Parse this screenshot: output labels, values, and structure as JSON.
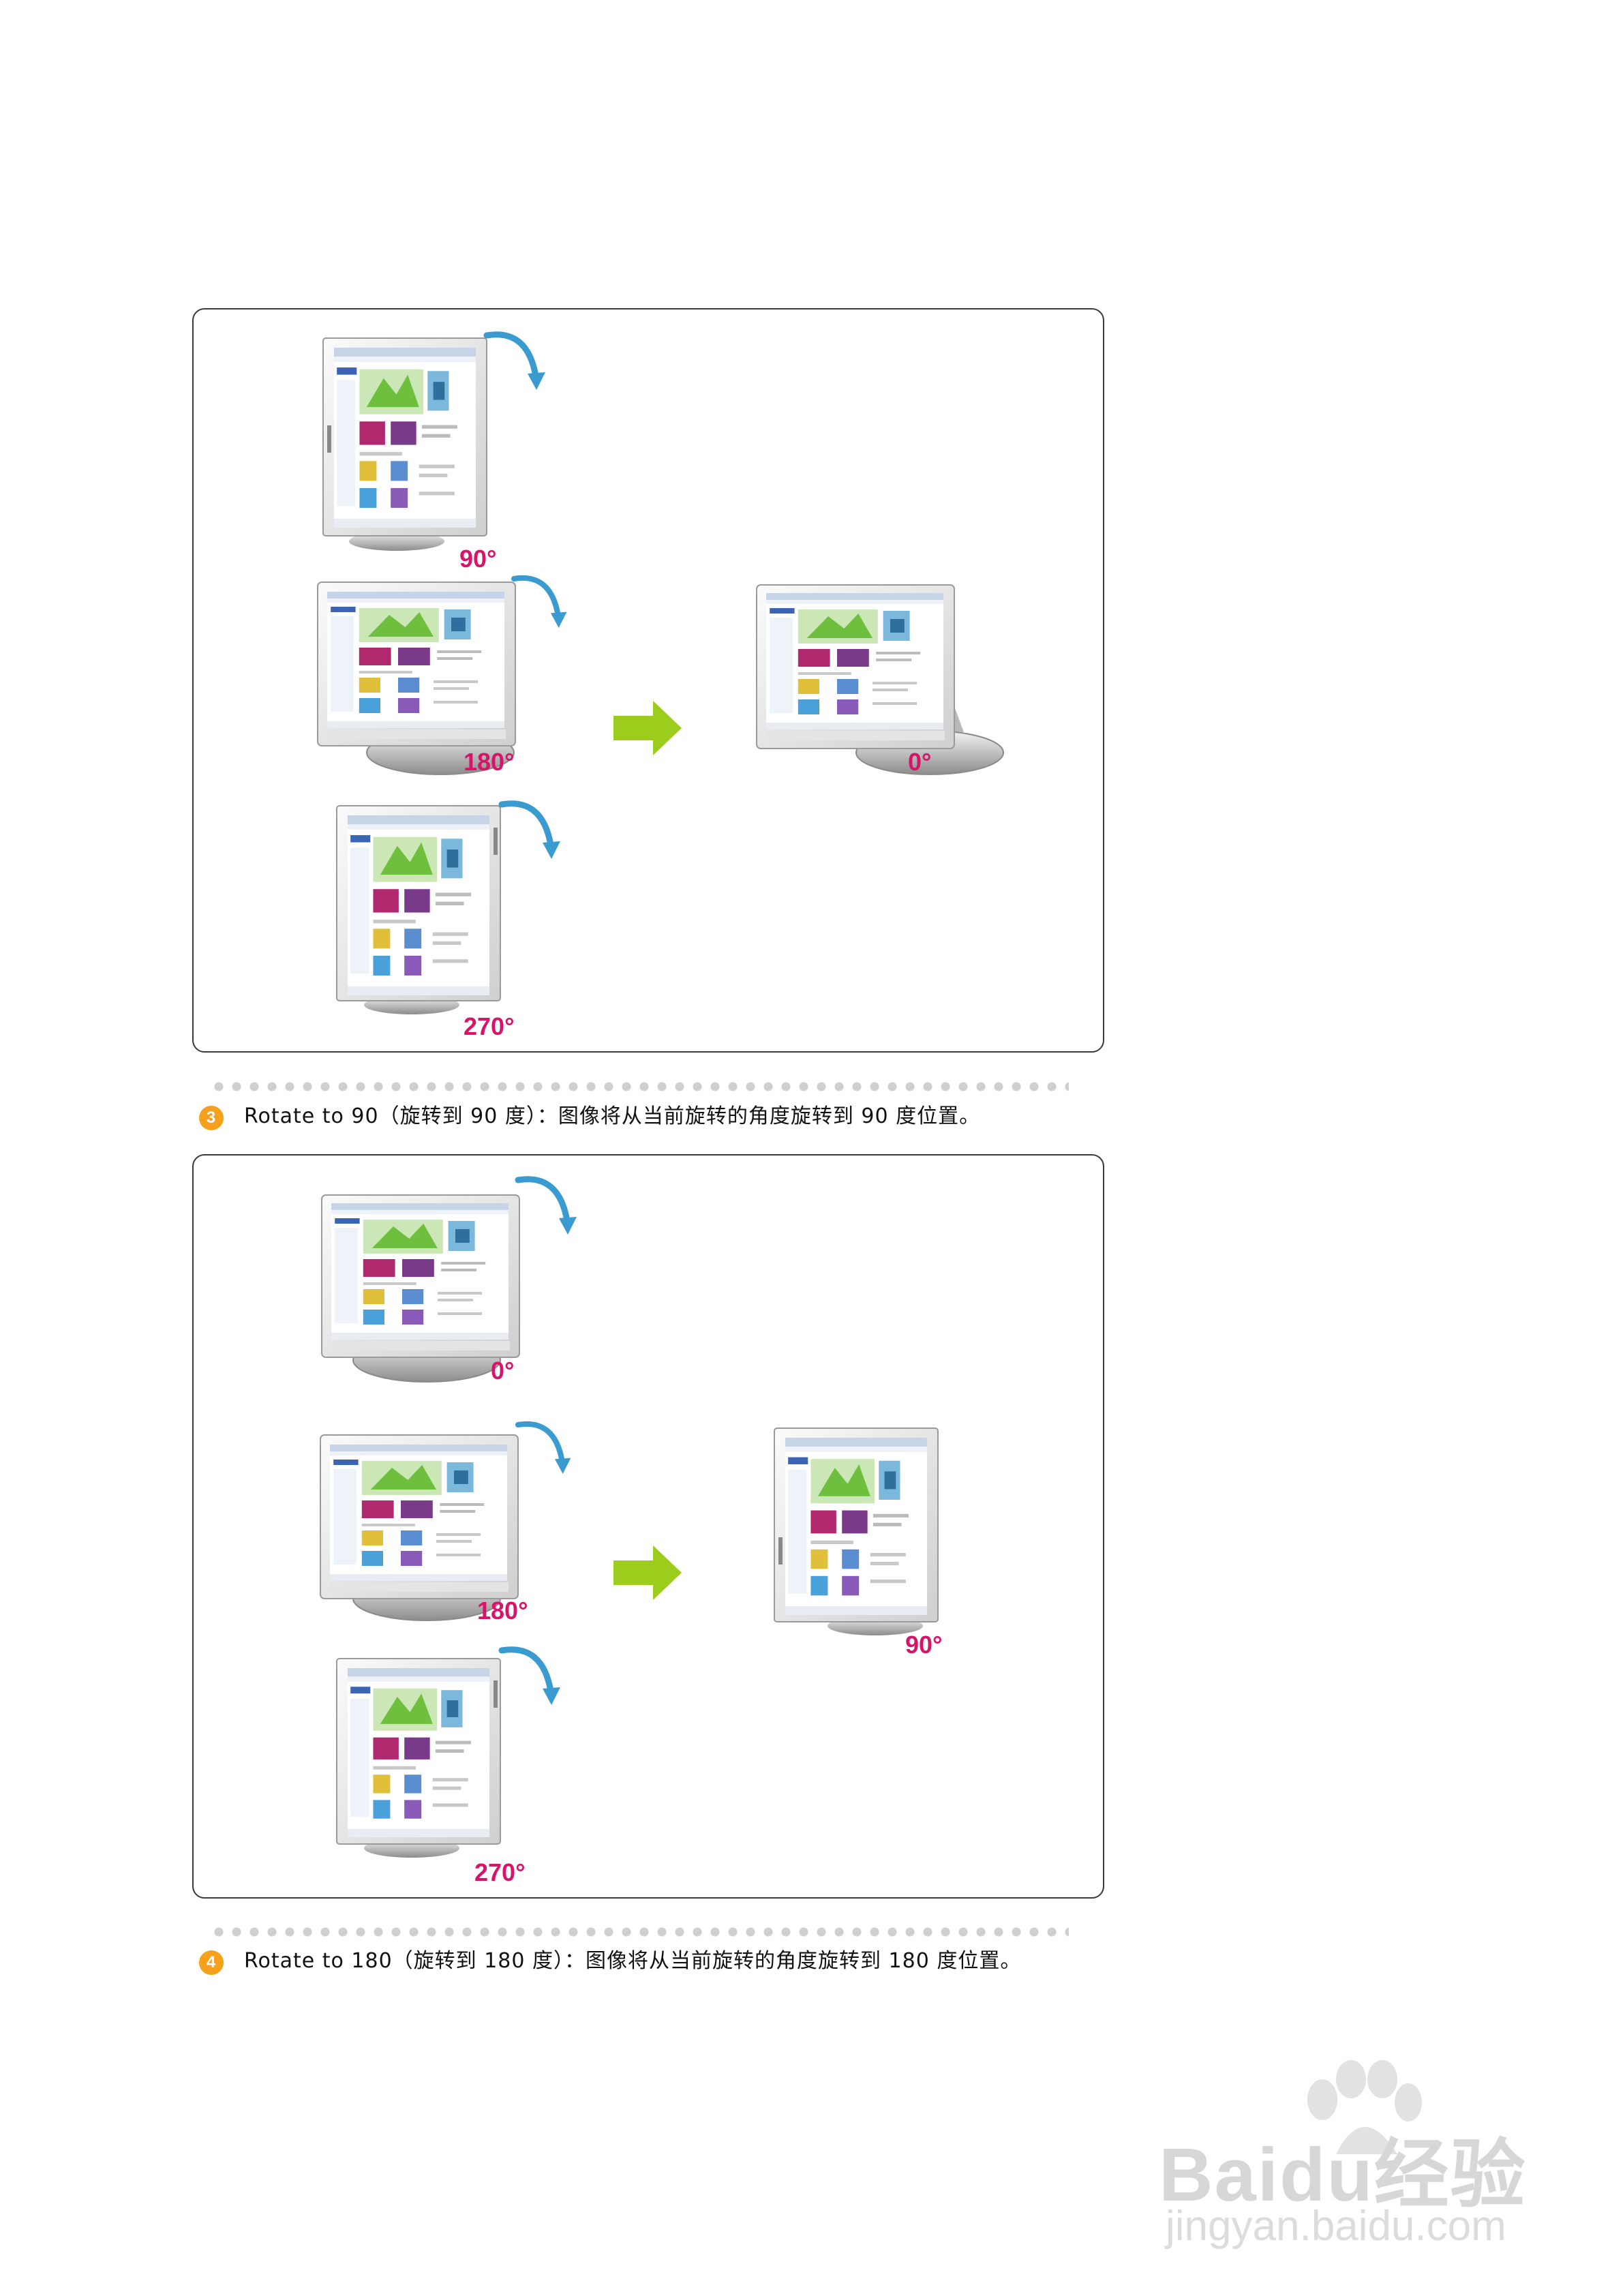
{
  "colors": {
    "accent_magenta": "#d6156a",
    "arrow_green": "#9ccc1c",
    "badge_orange": "#f5a11c",
    "rotate_arrow_blue": "#3a9bd0"
  },
  "panel1": {
    "labels": {
      "deg90": "90°",
      "deg180": "180°",
      "deg270": "270°",
      "result": "0°"
    }
  },
  "panel2": {
    "labels": {
      "deg0": "0°",
      "deg180": "180°",
      "deg270": "270°",
      "result": "90°"
    }
  },
  "caption1": {
    "badge": "3",
    "text": "Rotate to 90（旋转到 90 度）：图像将从当前旋转的角度旋转到 90 度位置。"
  },
  "caption2": {
    "badge": "4",
    "text": "Rotate to 180（旋转到 180 度）：图像将从当前旋转的角度旋转到 180 度位置。"
  },
  "watermark": {
    "main": "Baidu经验",
    "sub": "jingyan.baidu.com"
  }
}
